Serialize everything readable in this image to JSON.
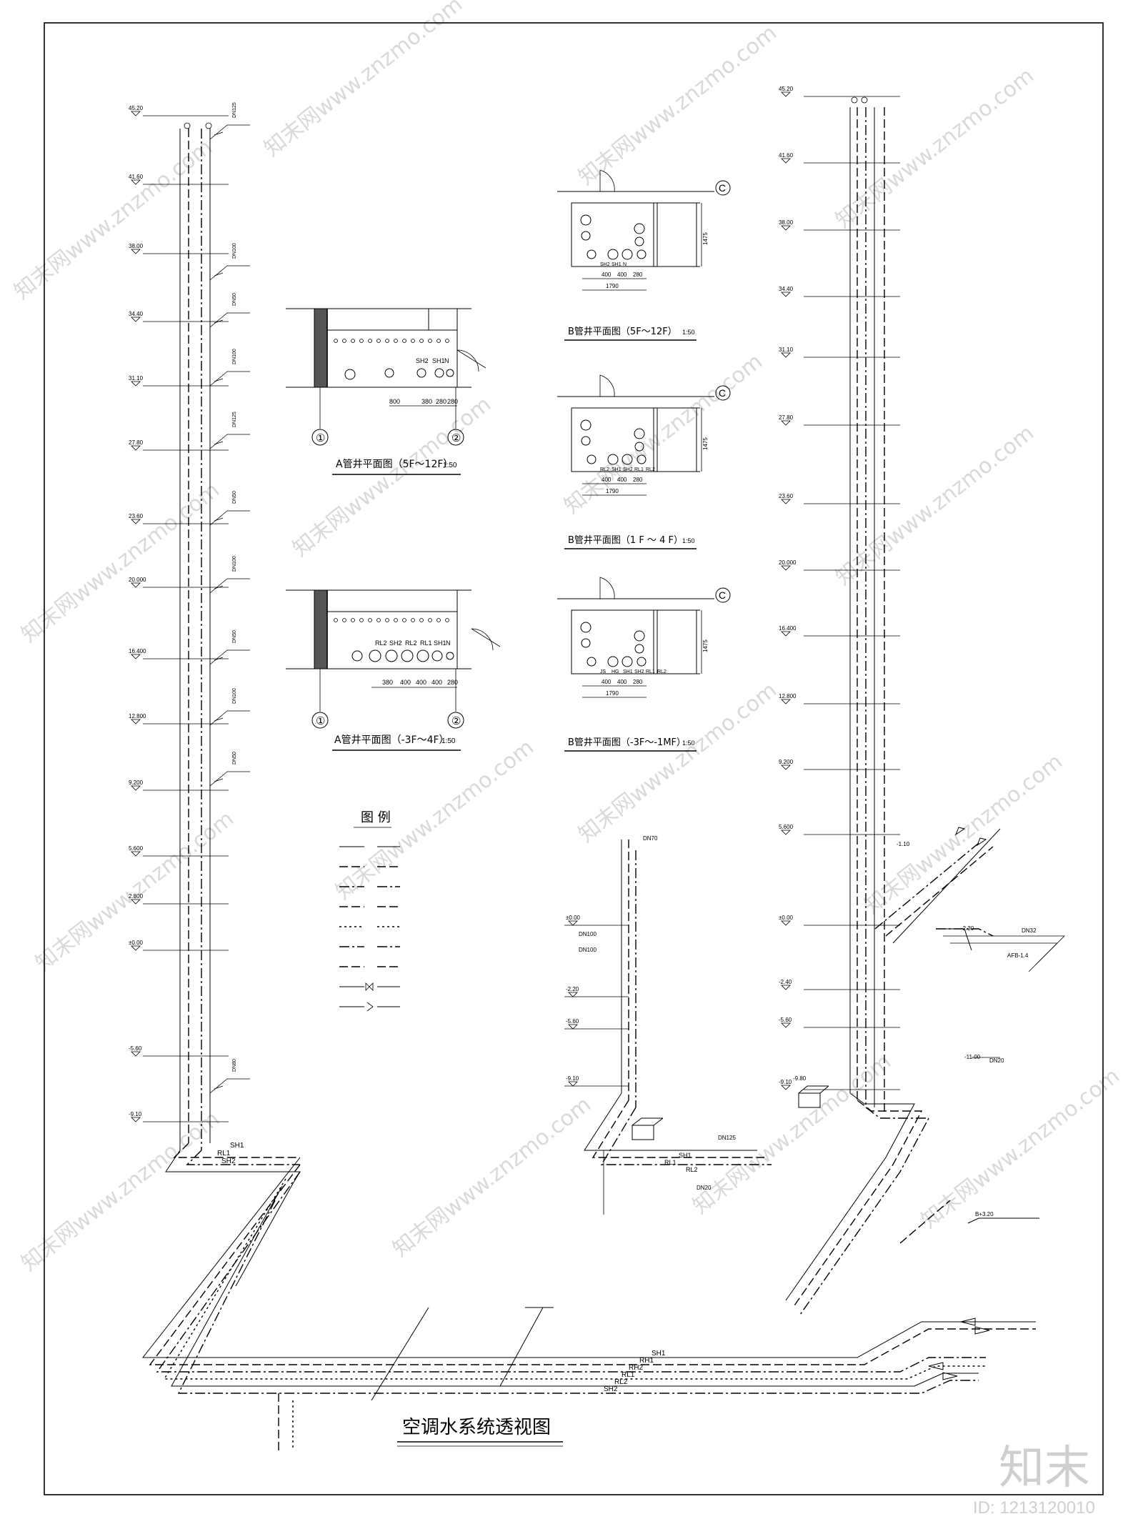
{
  "drawing_title": "空调水系统透视图",
  "watermark": {
    "brand": "知末网www.znzmo.com",
    "logo": "知末",
    "id_label": "ID: 1213120010"
  },
  "plans": [
    {
      "title": "A管井平面图（5F～12F）",
      "scale": "1:50",
      "axis_left": "①",
      "axis_right": "②",
      "dims": [
        "800",
        "380",
        "280",
        "280"
      ],
      "pipe_labels": [
        "SH2",
        "SH1",
        "N"
      ]
    },
    {
      "title": "A管井平面图（-3F～4F）",
      "scale": "1:50",
      "axis_left": "①",
      "axis_right": "②",
      "dims": [
        "380",
        "400",
        "400",
        "400",
        "280"
      ],
      "pipe_labels": [
        "RL2",
        "SH2",
        "RL2",
        "RL1",
        "SH1",
        "N"
      ]
    },
    {
      "title": "B管井平面图（5F～12F）",
      "scale": "1:50",
      "axis": "C",
      "dims": [
        "400",
        "400",
        "280",
        "1790",
        "1475"
      ],
      "pipe_labels": [
        "SH2",
        "SH1",
        "N"
      ]
    },
    {
      "title": "B管井平面图（1 F ～ 4 F）",
      "scale": "1:50",
      "axis": "C",
      "dims": [
        "400",
        "400",
        "280",
        "1790",
        "1475"
      ],
      "pipe_labels": [
        "RL2",
        "SH1",
        "SH2",
        "RL1",
        "RL2"
      ]
    },
    {
      "title": "B管井平面图（-3F～-1MF）",
      "scale": "1:50",
      "axis": "C",
      "dims": [
        "400",
        "400",
        "280",
        "1790",
        "1475"
      ],
      "pipe_labels": [
        "JS",
        "HG",
        "SH1",
        "SH2",
        "RL1",
        "RL2"
      ]
    }
  ],
  "legend": {
    "title": "图 例",
    "rows": 9
  },
  "left_riser": {
    "elevations": [
      "45.20",
      "41.60",
      "38.00",
      "34.40",
      "31.10",
      "27.80",
      "23.60",
      "20.000",
      "16.400",
      "12.800",
      "9.200",
      "5.600",
      "2.800",
      "±0.00",
      "-5.60",
      "-9.10"
    ],
    "sizes": [
      "DN125",
      "DN100",
      "DN50",
      "DN100",
      "DN125",
      "DN50",
      "DN100",
      "DN50",
      "DN100",
      "DN50",
      "DN80"
    ],
    "pipe_labels": [
      "SH1",
      "RL1",
      "SH2"
    ]
  },
  "right_riser": {
    "elevations": [
      "45.20",
      "41.60",
      "38.00",
      "34.40",
      "31.10",
      "27.80",
      "23.60",
      "20.000",
      "16.400",
      "12.800",
      "9.200",
      "5.600",
      "±0.00",
      "-2.40",
      "-5.60",
      "-9.10"
    ],
    "notes": [
      "-1.10",
      "-2.30",
      "-11.00",
      "-9.80",
      "B+3.20",
      "AFB-1.4",
      "DN32",
      "DN20"
    ]
  },
  "middle_riser": {
    "elevations": [
      "±0.00",
      "-2.20",
      "-5.60",
      "-9.10"
    ],
    "sizes": [
      "DN70",
      "DN100",
      "DN100",
      "DN125",
      "DN20"
    ],
    "pipe_labels": [
      "SH1",
      "RL1",
      "RL2"
    ]
  },
  "main_header": {
    "pipe_labels": [
      "SH1",
      "RH1",
      "RH2",
      "RL1",
      "RL2",
      "SH2"
    ]
  }
}
